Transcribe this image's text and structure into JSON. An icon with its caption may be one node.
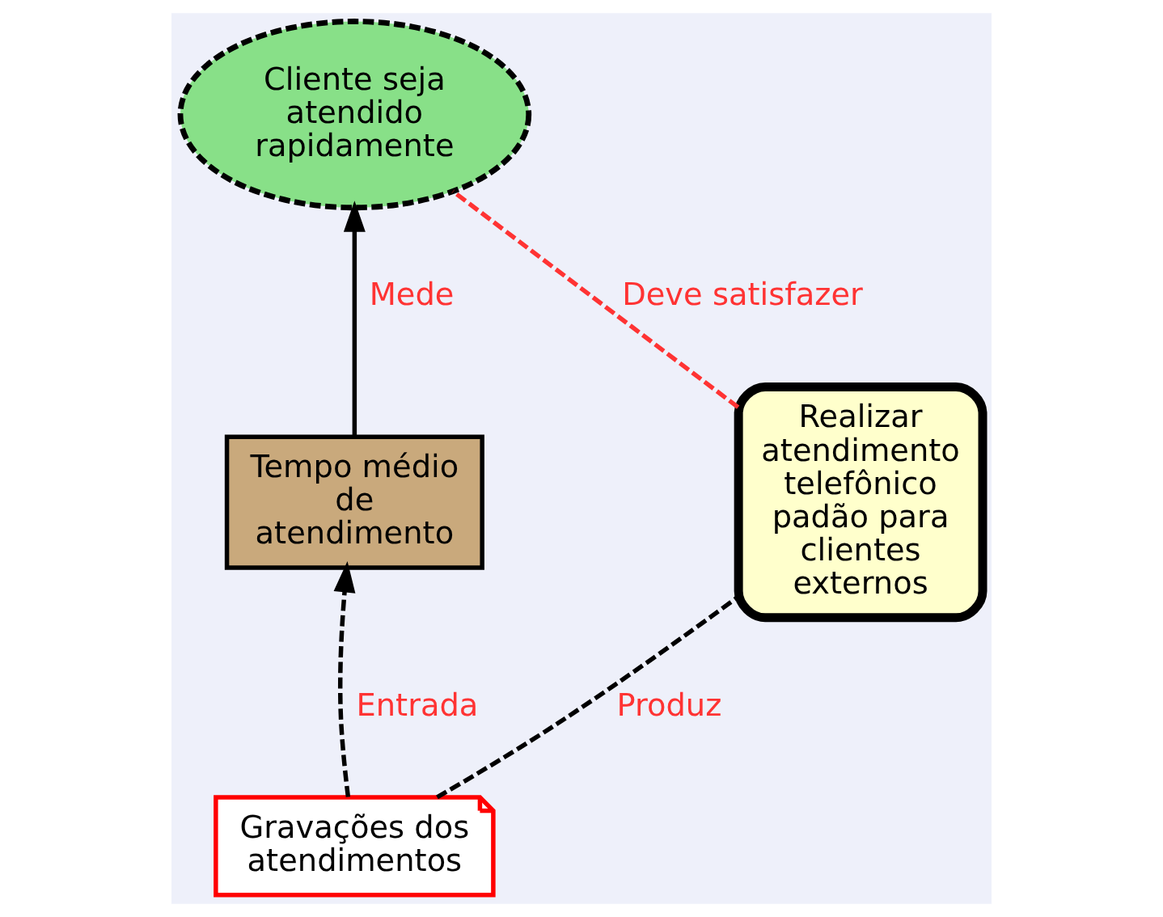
{
  "diagram": {
    "nodes": [
      {
        "text": [
          "Cliente seja atendido rapidamente"
        ]
      },
      {
        "text": [
          "Tempo médio de atendimento"
        ]
      },
      {
        "text": [
          "Realizar atendimento telefônico padão para clientes externos"
        ]
      },
      {
        "text": [
          "Gravações dos atendimentos"
        ]
      }
    ],
    "edges": [
      {
        "from": 1,
        "to": 0,
        "arrow": "to",
        "label": "Mede"
      },
      {
        "from": 3,
        "to": 1,
        "arrow": "to",
        "label": "Entrada",
        "style": "dashed"
      },
      {
        "from": 2,
        "to": 0,
        "arrow": "none",
        "label": "Deve satisfazer",
        "style": "dashed",
        "color": "#ff3333"
      },
      {
        "from": 3,
        "to": 2,
        "arrow": "none",
        "label": "Produz",
        "style": "dashed"
      }
    ]
  }
}
